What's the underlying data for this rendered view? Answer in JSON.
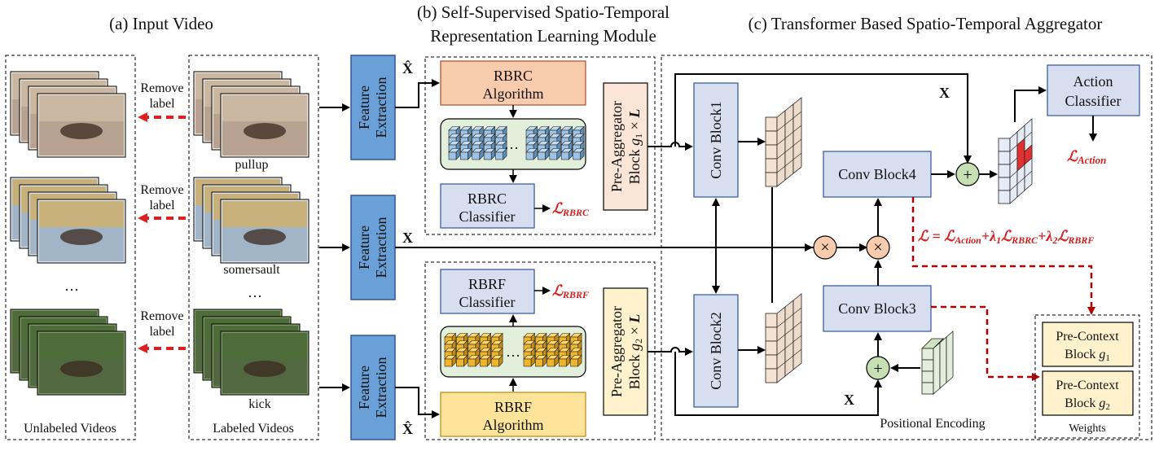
{
  "titles": {
    "a": "(a) Input Video",
    "b_line1": "(b) Self-Supervised Spatio-Temporal",
    "b_line2": "Representation Learning Module",
    "c": "(c) Transformer Based Spatio-Temporal Aggregator"
  },
  "input": {
    "remove_label_line1": "Remove",
    "remove_label_line2": "label",
    "classes": [
      "pullup",
      "somersault",
      "kick"
    ],
    "ellipsis_left": "…",
    "ellipsis_right": "…",
    "unlabeled_caption": "Unlabeled Videos",
    "labeled_caption": "Labeled Videos"
  },
  "feature_extraction": {
    "line1": "Feature",
    "line2": "Extraction"
  },
  "symbols": {
    "x": "X",
    "x_hat": "X̂"
  },
  "module_b": {
    "rbrc_algo_line1": "RBRC",
    "rbrc_algo_line2": "Algorithm",
    "rbrc_cls_line1": "RBRC",
    "rbrc_cls_line2": "Classifier",
    "loss_rbrc": "ℒRBRC",
    "rbrf_cls_line1": "RBRF",
    "rbrf_cls_line2": "Classifier",
    "loss_rbrf": "ℒRBRF",
    "rbrf_algo_line1": "RBRF",
    "rbrf_algo_line2": "Algorithm",
    "pre_agg1_line1": "Pre-Aggregator",
    "pre_agg1_line2": "Block g1 × L",
    "pre_agg2_line1": "Pre-Aggregator",
    "pre_agg2_line2": "Block g2 × L",
    "dots": "…"
  },
  "module_c": {
    "conv1": "Conv Block1",
    "conv2": "Conv Block2",
    "conv3": "Conv Block3",
    "conv4": "Conv Block4",
    "action_cls_line1": "Action",
    "action_cls_line2": "Classifier",
    "loss_action": "ℒAction",
    "total_loss": "ℒ = ℒAction+λ1ℒRBRC+λ2ℒRBRF",
    "positional_encoding": "Positional Encoding",
    "weights": "Weights",
    "pc1_line1": "Pre-Context",
    "pc1_line2": "Block g1",
    "pc2_line1": "Pre-Context",
    "pc2_line2": "Block g2"
  },
  "colors": {
    "feature_blue": "#6aa0d8",
    "conv_blue": "#d6def0",
    "rbrc_orange": "#f8cbad",
    "rbrf_yellow": "#fde49a",
    "pre_agg1": "#fbe5d6",
    "pre_agg2": "#fff2cc",
    "green_panel": "#e2efda",
    "op_orange": "#f8cbad",
    "op_green": "#c6e0b4",
    "loss_red": "#d91c1c"
  }
}
